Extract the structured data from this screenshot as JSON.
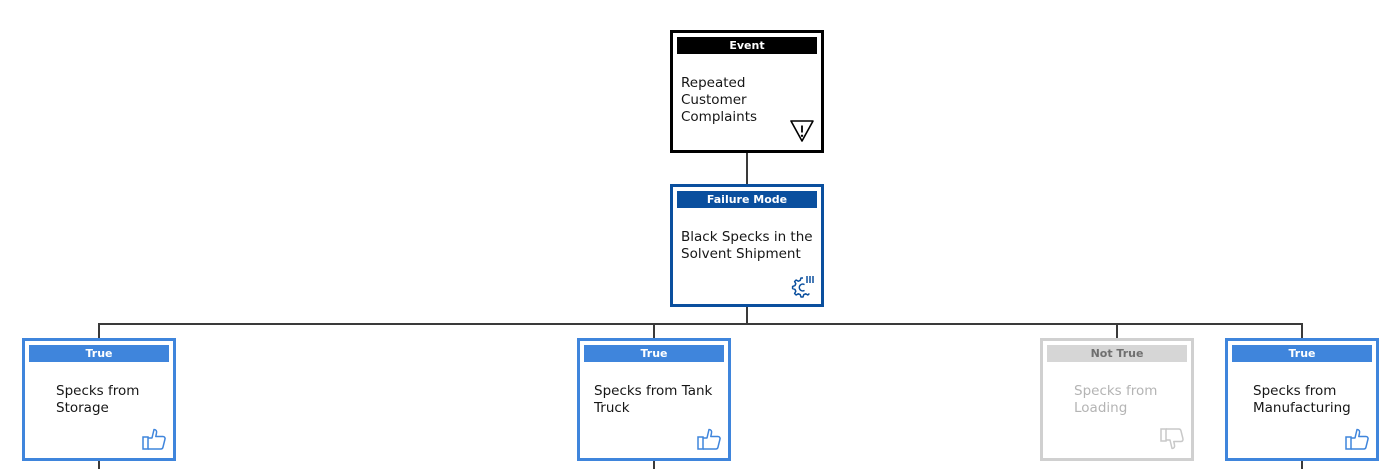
{
  "colors": {
    "event": "#000000",
    "failure_mode": "#0a4f9e",
    "true": "#3f85dc",
    "not_true": "#d6d6d6",
    "connector": "#3a3a3a"
  },
  "event": {
    "badge": "Event",
    "label": "Repeated Customer Complaints",
    "icon": "warning-triangle-icon"
  },
  "failure_mode": {
    "badge": "Failure Mode",
    "label": "Black Specks in the Solvent Shipment",
    "icon": "gear-process-icon"
  },
  "hypotheses": [
    {
      "badge": "True",
      "label": "Specks from Storage",
      "icon": "thumbs-up-icon"
    },
    {
      "badge": "True",
      "label": "Specks from Tank Truck",
      "icon": "thumbs-up-icon"
    },
    {
      "badge": "Not True",
      "label": "Specks from Loading",
      "icon": "thumbs-down-icon"
    },
    {
      "badge": "True",
      "label": "Specks from Manufacturing",
      "icon": "thumbs-up-icon"
    }
  ]
}
